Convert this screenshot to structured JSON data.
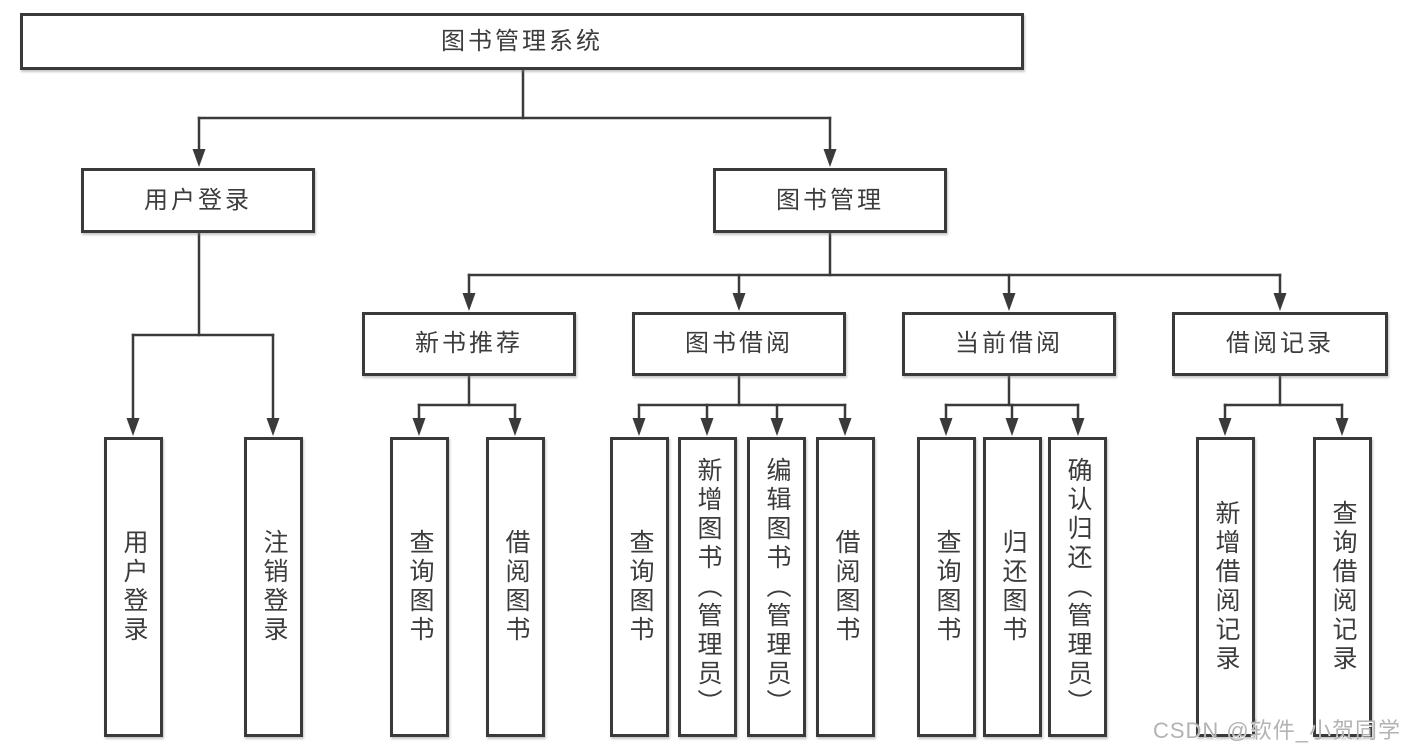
{
  "diagram": {
    "root": "图书管理系统",
    "user_login": {
      "label": "用户登录",
      "children": [
        "用户登录",
        "注销登录"
      ]
    },
    "book_management": {
      "label": "图书管理",
      "sections": [
        {
          "label": "新书推荐",
          "children": [
            "查询图书",
            "借阅图书"
          ]
        },
        {
          "label": "图书借阅",
          "children": [
            "查询图书",
            "新增图书（管理员）",
            "编辑图书（管理员）",
            "借阅图书"
          ]
        },
        {
          "label": "当前借阅",
          "children": [
            "查询图书",
            "归还图书",
            "确认归还（管理员）"
          ]
        },
        {
          "label": "借阅记录",
          "children": [
            "新增借阅记录",
            "查询借阅记录"
          ]
        }
      ]
    }
  },
  "watermark": "CSDN @软件_小贺同学",
  "colors": {
    "line": "#3a3a3a",
    "text": "#3c3c3c",
    "box_background": "#ffffff",
    "watermark": "#b3b3b3"
  }
}
